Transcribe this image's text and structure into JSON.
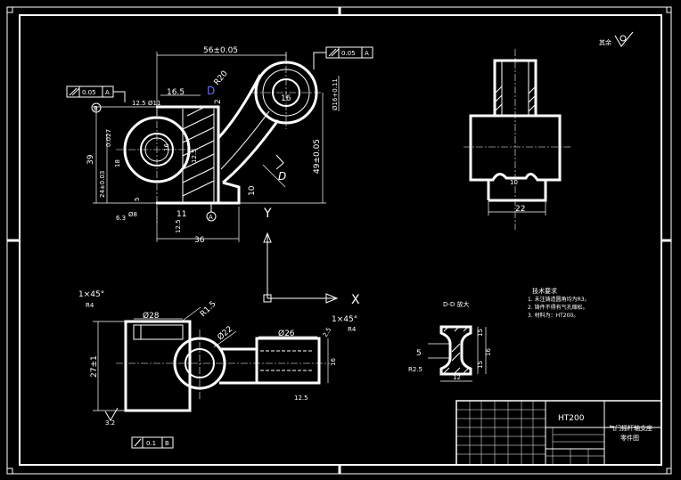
{
  "colors": {
    "background": "#000000",
    "line": "#ffffff",
    "part": "#ffffff",
    "accent": "#6a6aff"
  },
  "front_view": {
    "dims": {
      "d56": "56±0.05",
      "r20": "R20",
      "d16_5": "16.5",
      "d16_top": "16",
      "d2": "2",
      "d12_5": "12.5",
      "phi11": "Ø11",
      "phi16_tol": "Ø16+0.11",
      "d49": "49±0.05",
      "d39": "39",
      "d027": "0.027",
      "d24": "24±0.03",
      "d18": "18",
      "d5": "5",
      "d16_mid": "16",
      "d12_5b": "12.5",
      "d10": "10",
      "d11": "11",
      "d36": "36",
      "d6_3": "6.3",
      "phi8": "Ø8",
      "d12_5c": "12.5"
    },
    "section_letter_1": "D",
    "section_letter_2": "D",
    "datum_a": "A",
    "tol_top": "0.05",
    "tol_top_datum": "A",
    "tol_left": "0.05",
    "tol_left_datum": "A",
    "datum_b": "B"
  },
  "axis": {
    "x": "X",
    "y": "Y"
  },
  "side_view": {
    "d22": "22",
    "d10": "10"
  },
  "bottom_view": {
    "chamfer_left": "1×45°",
    "chamfer_right": "1×45°",
    "phi28": "Ø28",
    "r15": "R1.5",
    "phi22": "Ø22",
    "phi26": "Ø26",
    "d27": "27±1",
    "d3_2": "3.2",
    "d12_5": "12.5",
    "d2_5": "2.5",
    "d16": "16",
    "rough1": "R4",
    "rough2": "R4",
    "tol_bottom": "0.1",
    "tol_bottom_datum": "B"
  },
  "section_dd": {
    "title": "D-D 放大",
    "d5": "5",
    "d15": "15",
    "d15b": "15",
    "d16": "16",
    "r2_5": "R2.5",
    "d12": "12"
  },
  "tech_requirements": {
    "title": "技术要求",
    "lines": [
      "1. 未注铸造圆角均为R3。",
      "2. 铸件不得有气孔缩松。",
      "3. 材料为：HT200。"
    ]
  },
  "surface_note": "其余",
  "title_block": {
    "material": "HT200",
    "name_line1": "气门摇杆轴支座",
    "name_line2": "零件图"
  }
}
